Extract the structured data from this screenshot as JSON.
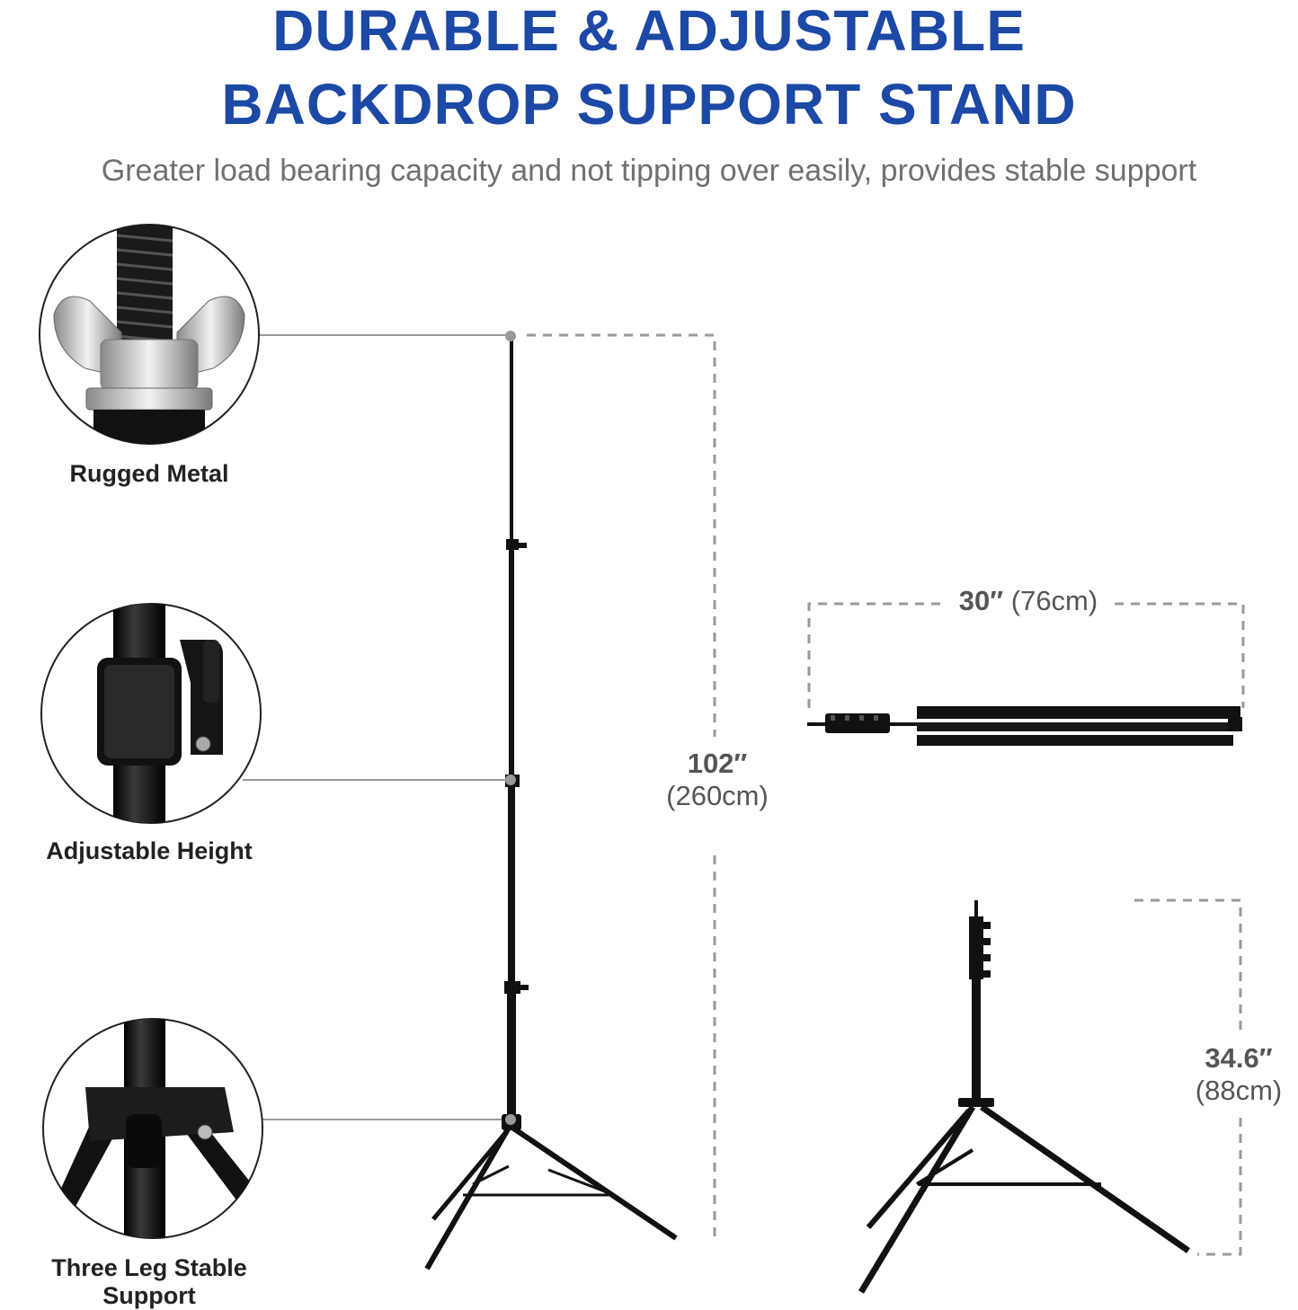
{
  "title": {
    "line1": "DURABLE & ADJUSTABLE",
    "line2": "BACKDROP SUPPORT STAND",
    "color": "#1c48a6"
  },
  "subtitle": "Greater load bearing capacity and not tipping over easily, provides stable support",
  "features": [
    {
      "label": "Rugged Metal",
      "icon": "wing-nut-closeup-icon"
    },
    {
      "label": "Adjustable Height",
      "icon": "height-lock-closeup-icon"
    },
    {
      "label": "Three Leg Stable Support",
      "icon": "tripod-base-closeup-icon"
    }
  ],
  "dimensions": {
    "max_height_in": "102″",
    "max_height_cm": "(260cm)",
    "folded_length_in": "30″",
    "folded_length_cm": "(76cm)",
    "min_height_in": "34.6″",
    "min_height_cm": "(88cm)"
  },
  "colors": {
    "line": "#9a9a9a",
    "stand": "#111111"
  }
}
